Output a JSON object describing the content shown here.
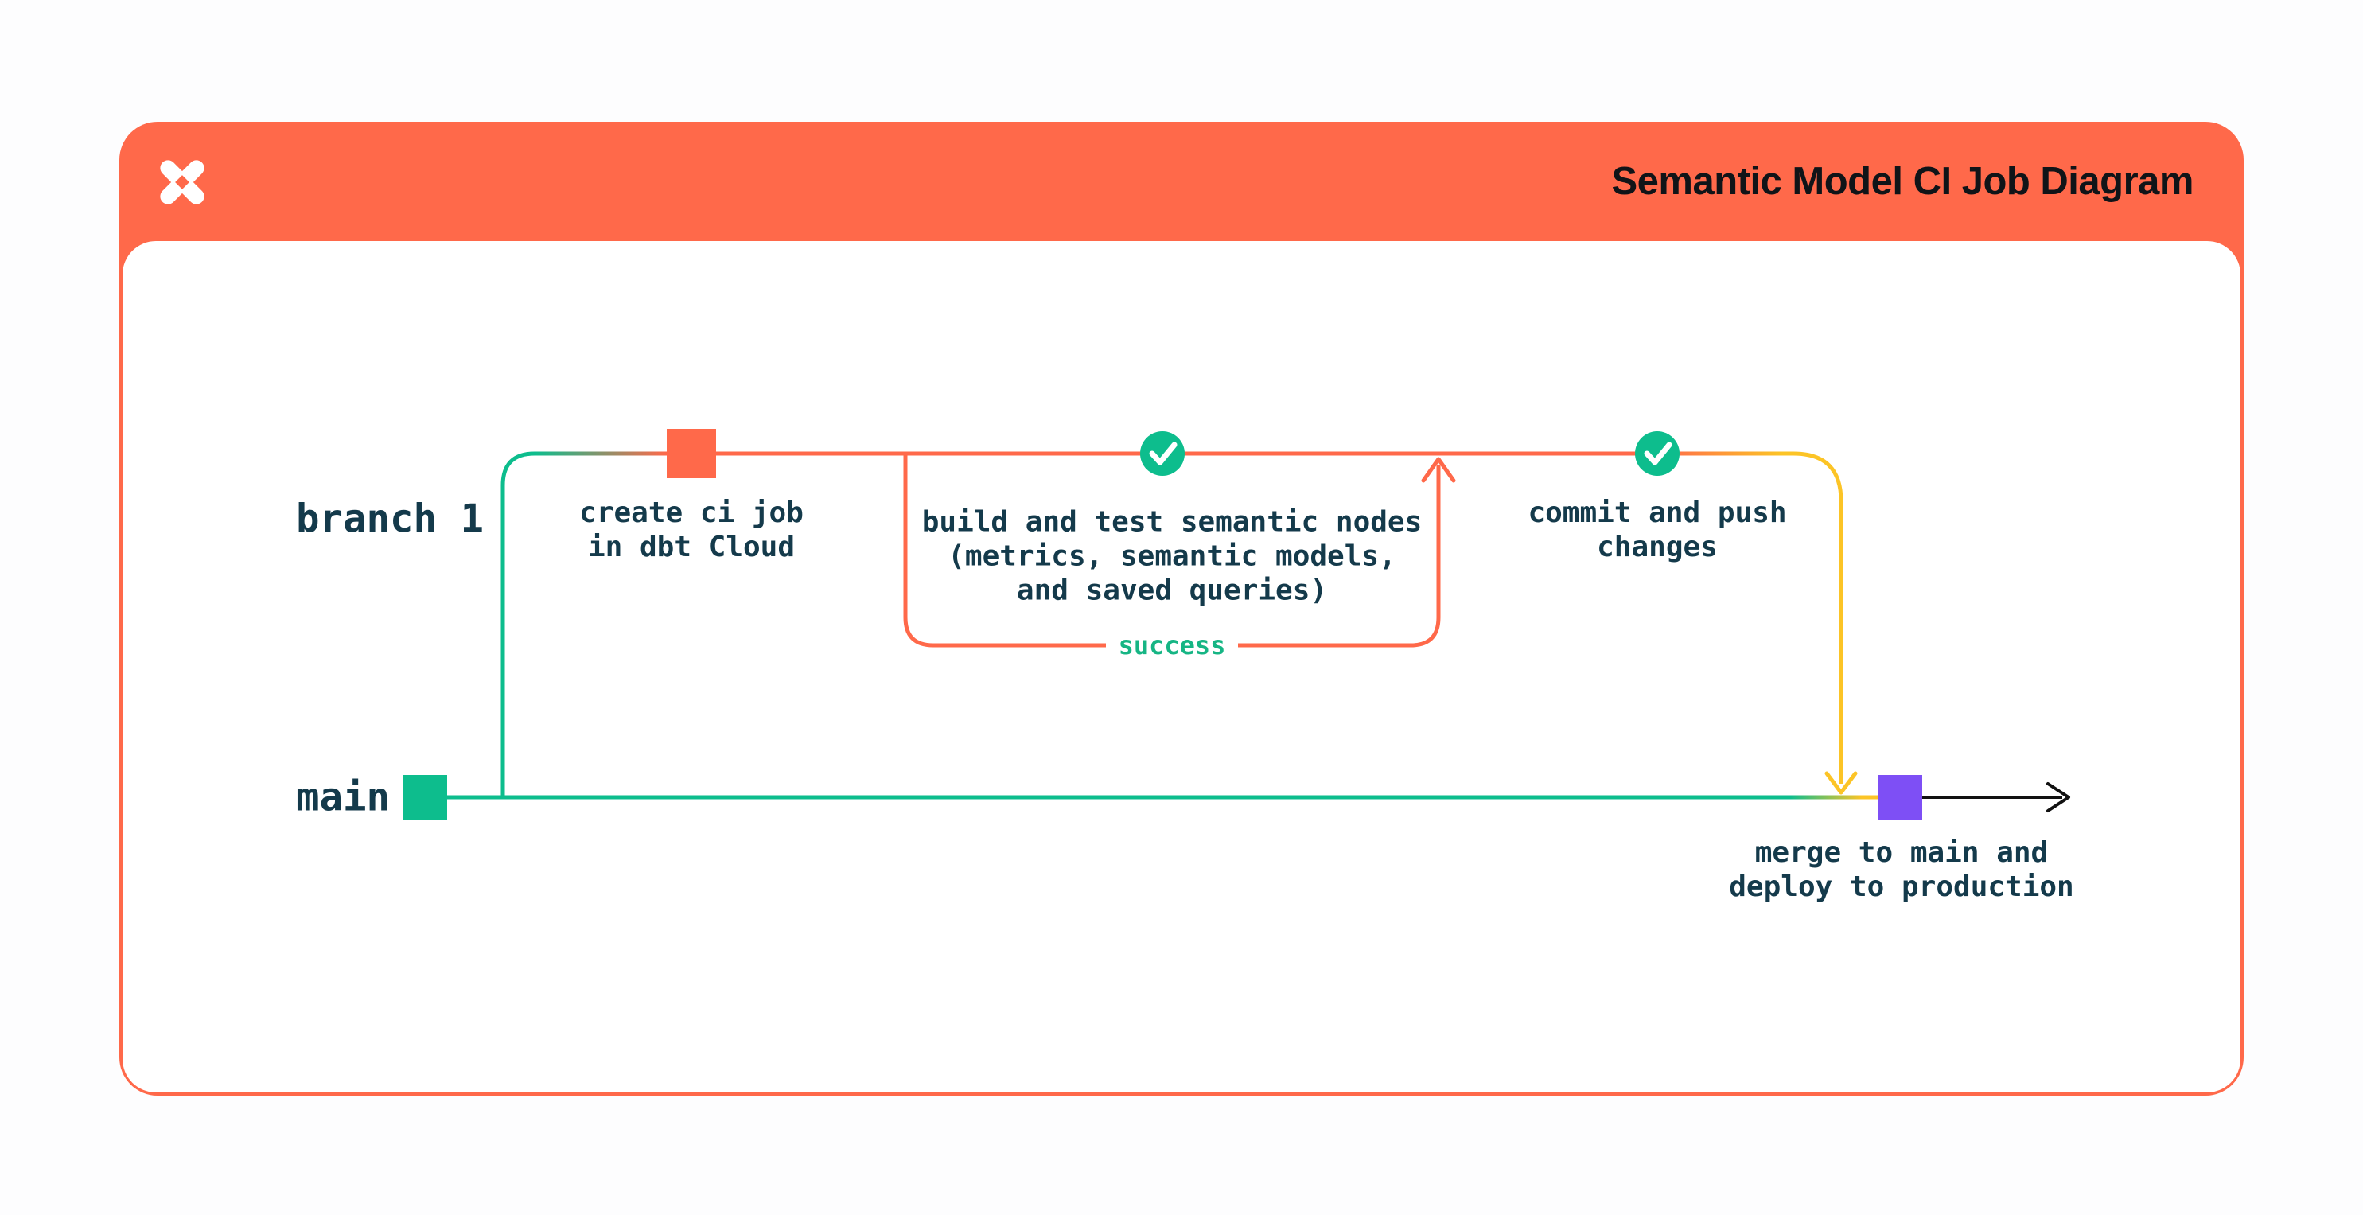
{
  "header": {
    "title": "Semantic Model CI Job Diagram",
    "logo": "dbt-logo"
  },
  "diagram": {
    "branch_label": "branch 1",
    "main_label": "main",
    "steps": {
      "create_ci": "create ci job\nin dbt Cloud",
      "build_test": "build and test semantic nodes\n(metrics, semantic models,\nand saved queries)",
      "success_label": "success",
      "commit_push": "commit and push\nchanges",
      "merge_deploy": "merge to main and\ndeploy to production"
    },
    "markers": {
      "create_ci_marker": "orange-commit-square",
      "build_test_marker": "green-check-circle",
      "commit_push_marker": "green-check-circle",
      "merge_marker": "purple-merge-square",
      "main_start_marker": "green-commit-square"
    },
    "palette": {
      "orange": "#FF694A",
      "green": "#0DBD8D",
      "success-green": "#16B584",
      "yellow": "#FCC426",
      "purple": "#7E4FF5",
      "ink": "#143A4B",
      "title-ink": "#101418"
    }
  }
}
